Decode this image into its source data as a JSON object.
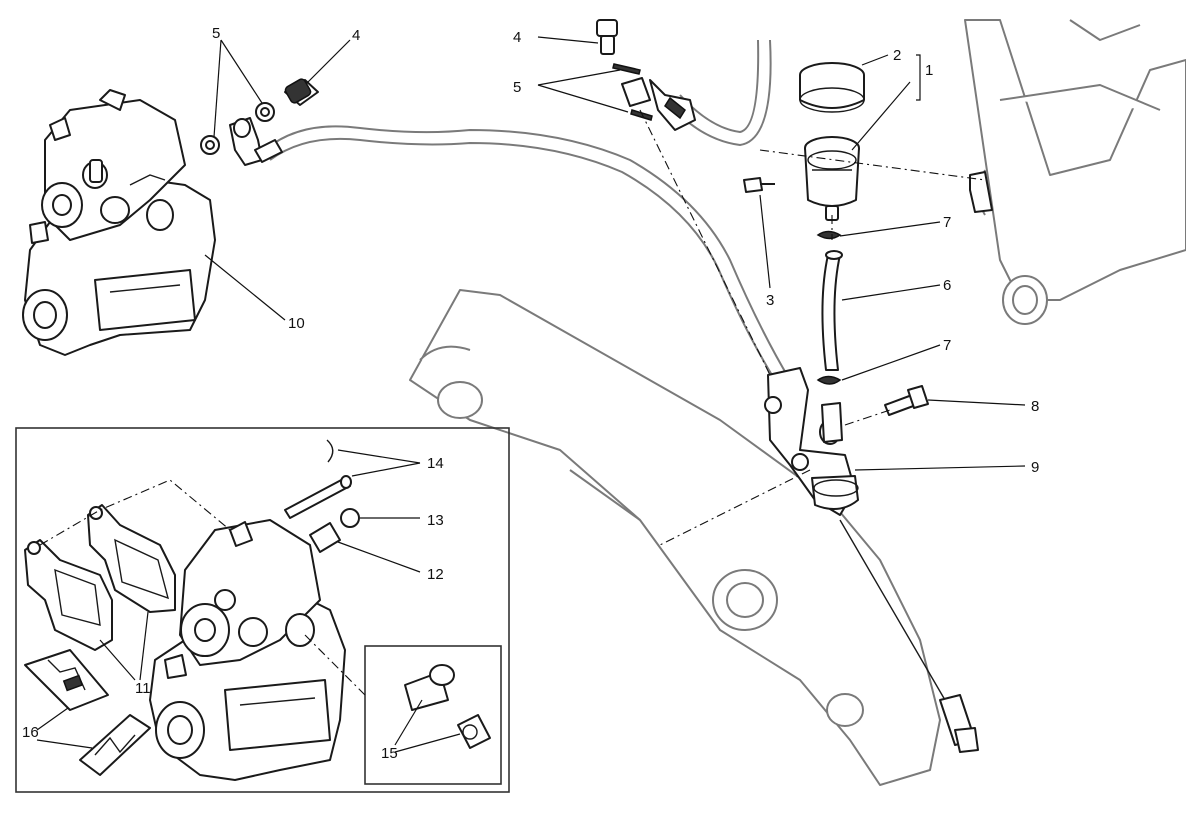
{
  "diagram": {
    "callouts": {
      "c1": "1",
      "c2": "2",
      "c3": "3",
      "c4a": "4",
      "c4b": "4",
      "c5a": "5",
      "c5b": "5",
      "c6": "6",
      "c7a": "7",
      "c7b": "7",
      "c8": "8",
      "c9": "9",
      "c10": "10",
      "c11": "11",
      "c12": "12",
      "c13": "13",
      "c14": "14",
      "c15": "15",
      "c16": "16"
    },
    "colors": {
      "line": "#1a1a1a",
      "ghost": "#7a7a7a",
      "background": "#ffffff"
    }
  }
}
